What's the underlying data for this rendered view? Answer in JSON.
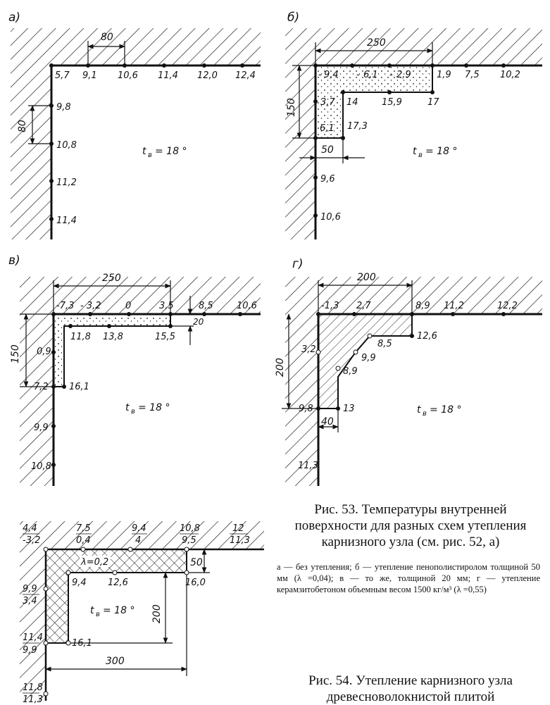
{
  "panels": {
    "a": {
      "label": "а)",
      "dim_top": "80",
      "dim_left": "80",
      "top_values": [
        "5,7",
        "9,1",
        "10,6",
        "11,4",
        "12,0",
        "12,4"
      ],
      "left_values": [
        "9,8",
        "10,8",
        "11,2",
        "11,4"
      ],
      "tb": "t",
      "tb_sub": "в",
      "tb_value": "= 18 °"
    },
    "b": {
      "label": "б)",
      "dim_top": "250",
      "dim_left": "150",
      "dim_thick": "50",
      "top_values": [
        "9,4",
        "6,1",
        "2,9",
        "1,9",
        "7,5",
        "10,2"
      ],
      "top_signs": [
        "-",
        "-",
        "-",
        "",
        "",
        ""
      ],
      "inner_values": [
        "3,7",
        "14",
        "15,9",
        "17",
        "6,1",
        "17,3"
      ],
      "left_values": [
        "9,6",
        "10,6"
      ],
      "tb": "t",
      "tb_sub": "в",
      "tb_value": "= 18 °"
    },
    "v": {
      "label": "в)",
      "dim_top": "250",
      "dim_left": "150",
      "dim_thick": "20",
      "top_values": [
        "-7,3",
        "- 3,2",
        "0",
        "3,5",
        "8,5",
        "10,6"
      ],
      "inner_values": [
        "11,8",
        "13,8",
        "15,5",
        "0,9",
        "7,2",
        "16,1"
      ],
      "left_values": [
        "9,9",
        "10,8"
      ],
      "tb": "t",
      "tb_sub": "в",
      "tb_value": "= 18 °"
    },
    "g": {
      "label": "г)",
      "dim_top": "200",
      "dim_left": "200",
      "dim_thick": "40",
      "top_values": [
        "-1,3",
        "2,7",
        "8,9",
        "11,2",
        "12,2"
      ],
      "inner_values": [
        "12,6",
        "8,5",
        "9,9",
        "8,9",
        "3,2",
        "9,8",
        "13"
      ],
      "left_values": [
        "11,3"
      ],
      "tb": "t",
      "tb_sub": "в",
      "tb_value": "= 18 °"
    },
    "fig54": {
      "top_pairs": [
        [
          "4,4",
          "-3,2"
        ],
        [
          "7,5",
          "0,4"
        ],
        [
          "9,4",
          "4"
        ],
        [
          "10,8",
          "9,5"
        ],
        [
          "12",
          "11,3"
        ]
      ],
      "left_pairs": [
        [
          "9,9",
          "3,4"
        ],
        [
          "11,4",
          "9,9"
        ],
        [
          "11,8",
          "11,3"
        ]
      ],
      "lambda": "λ=0,2",
      "inner_values": [
        "9,4",
        "12,6",
        "16,0",
        "16,1"
      ],
      "dim_thick": "50",
      "dim_vertical": "200",
      "dim_horizontal": "300",
      "tb": "t",
      "tb_sub": "в",
      "tb_value": "= 18 °"
    }
  },
  "captions": {
    "fig53_title": "Рис. 53. Температуры внутренней поверхности для разных схем утепления карнизного узла (см. рис. 52, а)",
    "fig53_legend": "а — без утепления; б — утепление пенополистиролом толщиной 50 мм (λ =0,04); в — то же, толщиной 20 мм; г — утепление керамзитобетоном объемным весом 1500 кг/м³ (λ =0,55)",
    "fig54_title": "Рис. 54. Утепление карнизного узла древесноволокнистой плитой"
  }
}
